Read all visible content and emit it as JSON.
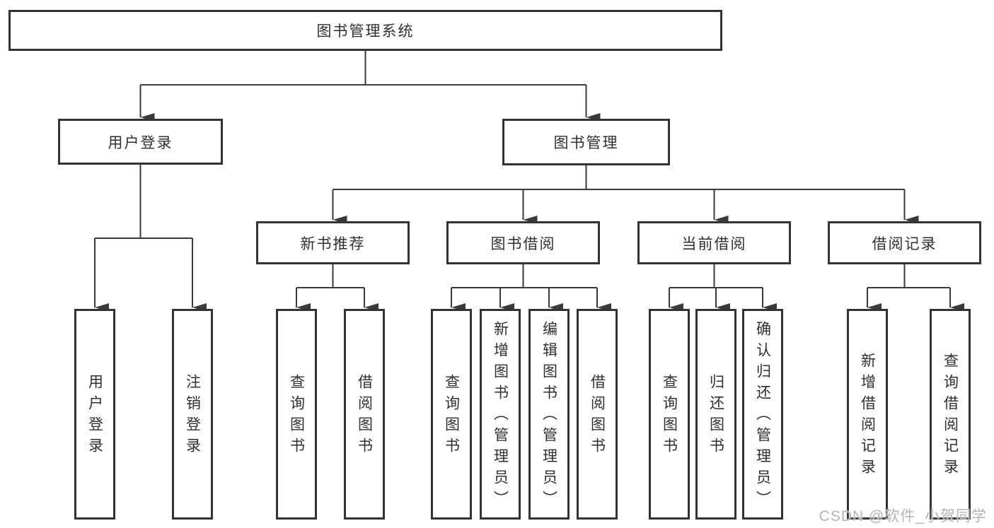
{
  "root": {
    "label": "图书管理系统"
  },
  "branches": {
    "user": {
      "label": "用户登录",
      "children": [
        "用户登录",
        "注销登录"
      ]
    },
    "book": {
      "label": "图书管理",
      "children": {
        "recommend": {
          "label": "新书推荐",
          "children": [
            "查询图书",
            "借阅图书"
          ]
        },
        "borrow": {
          "label": "图书借阅",
          "children": [
            "查询图书",
            "新增图书（管理员）",
            "编辑图书（管理员）",
            "借阅图书"
          ]
        },
        "current": {
          "label": "当前借阅",
          "children": [
            "查询图书",
            "归还图书",
            "确认归还（管理员）"
          ]
        },
        "records": {
          "label": "借阅记录",
          "children": [
            "新增借阅记录",
            "查询借阅记录"
          ]
        }
      }
    }
  },
  "watermark": "CSDN @软件_小贺同学",
  "colors": {
    "line": "#3a3a3a",
    "box_border": "#333333",
    "text": "#2f2f2f",
    "background": "#ffffff",
    "watermark": "#b5b5b5"
  }
}
